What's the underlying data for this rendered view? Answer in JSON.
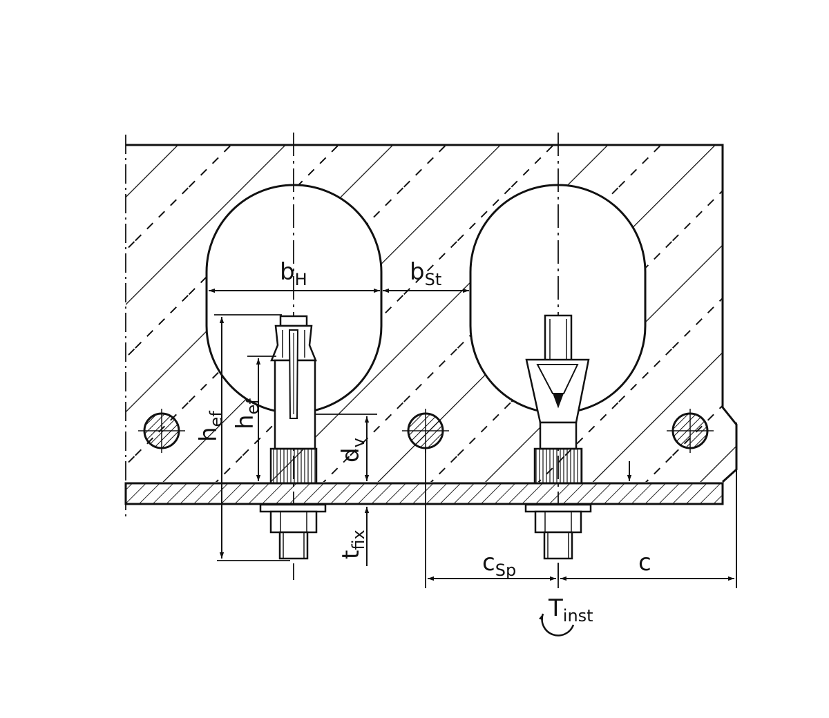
{
  "labels": {
    "b_h": "b",
    "b_h_sub": "H",
    "b_st": "b",
    "b_st_sub": "St",
    "h_ef_1": "h",
    "h_ef_1_sub": "ef",
    "h_ef_2": "h",
    "h_ef_2_sub": "ef",
    "d_v": "d",
    "d_v_sub": "v",
    "t_fix": "t",
    "t_fix_sub": "fix",
    "c_sp": "c",
    "c_sp_sub": "Sp",
    "c": "c",
    "t_inst": "T",
    "t_inst_sub": "inst"
  },
  "colors": {
    "line": "#111111",
    "background": "#ffffff"
  }
}
